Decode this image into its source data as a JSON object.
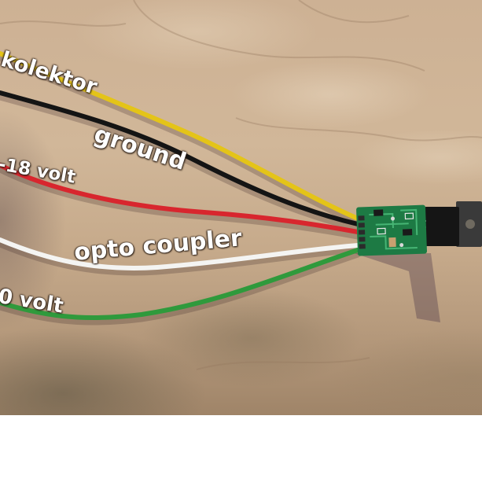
{
  "labels": {
    "kolektor": "kolektor",
    "ground": "ground",
    "volt_18": "-18 volt",
    "opto": "opto coupler",
    "volt_0": "0 volt"
  },
  "wires": {
    "yellow": "#e4c418",
    "black": "#141414",
    "red": "#d8262e",
    "white": "#f4f4f2",
    "green": "#2f9a3c"
  },
  "colors": {
    "pcb": "#1d7a44",
    "pcb_trace": "#46b574",
    "transistor": "#151515"
  }
}
